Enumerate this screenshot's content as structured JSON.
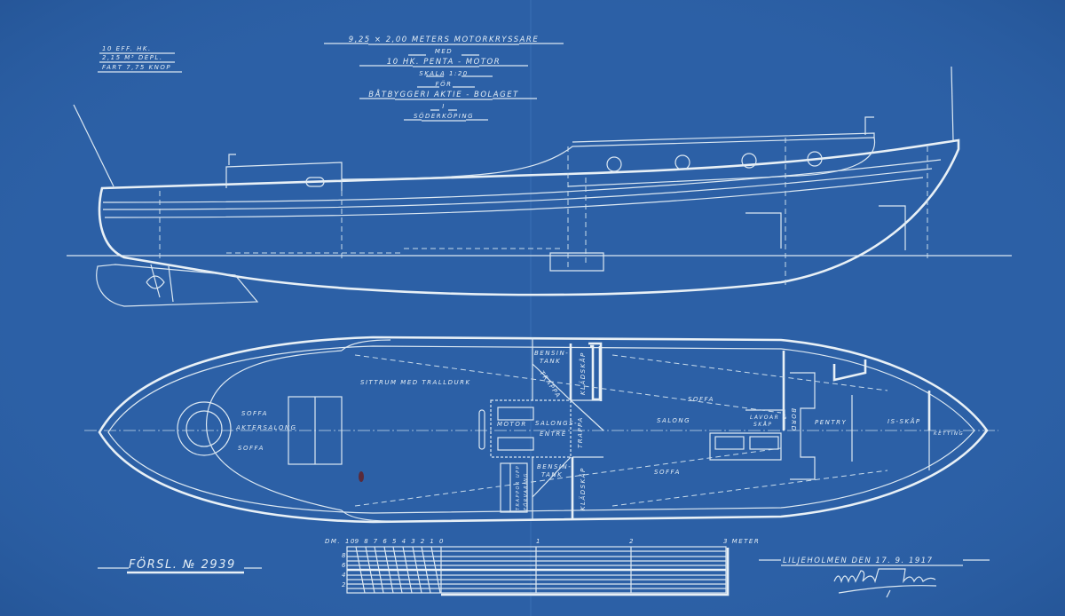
{
  "title_block": {
    "line1": "9,25 × 2,00  METERS  MOTORKRYSSARE",
    "line2": "MED",
    "line3": "10 HK.  PENTA - MOTOR",
    "line4": "SKALA  1:20",
    "line5": "FÖR",
    "line6": "BÅTBYGGERI  AKTIE - BOLAGET",
    "line7": "I",
    "line8": "SÖDERKÖPING"
  },
  "specs": [
    "10 EFF. HK.",
    "2,15 M³ DEPL.",
    "FART 7,75 KNOP"
  ],
  "plan_labels": {
    "soffa_aft_1": "SOFFA",
    "aktersalong": "AKTERSALONG",
    "soffa_aft_2": "SOFFA",
    "sittrum": "SITTRUM MED TRALLDURK",
    "bensintank_1": "BENSIN-",
    "bensintank_1b": "TANK",
    "bensintank_2": "BENSIN-",
    "bensintank_2b": "TANK",
    "trappa_1": "TRAPPA",
    "trappa_2": "TRAPPA",
    "kladskap_1": "KLÄDSKÅP",
    "kladskap_2": "KLÄDSKÅP",
    "motor": "MOTOR",
    "salongsentre_1": "SALONGS-",
    "salongsentre_2": "ENTRÉ",
    "forvaring_1": "TRAPPOR UPP",
    "forvaring_2": "FÖRVARING",
    "soffa_fwd_1": "SOFFA",
    "salong": "SALONG",
    "soffa_fwd_2": "SOFFA",
    "lavoar_1": "LAVOAR &",
    "lavoar_2": "SKÅP",
    "bord": "BORD",
    "pentry": "PENTRY",
    "isskap": "IS-SKÅP",
    "kettingar": "KETTING"
  },
  "scale_bar": {
    "unit_left": "DM.",
    "dm_ticks": [
      "10",
      "9",
      "8",
      "7",
      "6",
      "5",
      "4",
      "3",
      "2",
      "1",
      "0"
    ],
    "meter_ticks": [
      "1",
      "2"
    ],
    "end_label": "3 METER",
    "side_ticks": [
      "8",
      "6",
      "4",
      "2"
    ]
  },
  "proposal": "FÖRSL. № 2939",
  "place_date": "LILJEHOLMEN  DEN  17. 9. 1917",
  "signature": "C. L. Pettersson",
  "colors": {
    "paper": "#2c60a6",
    "line": "#dce8f2"
  }
}
